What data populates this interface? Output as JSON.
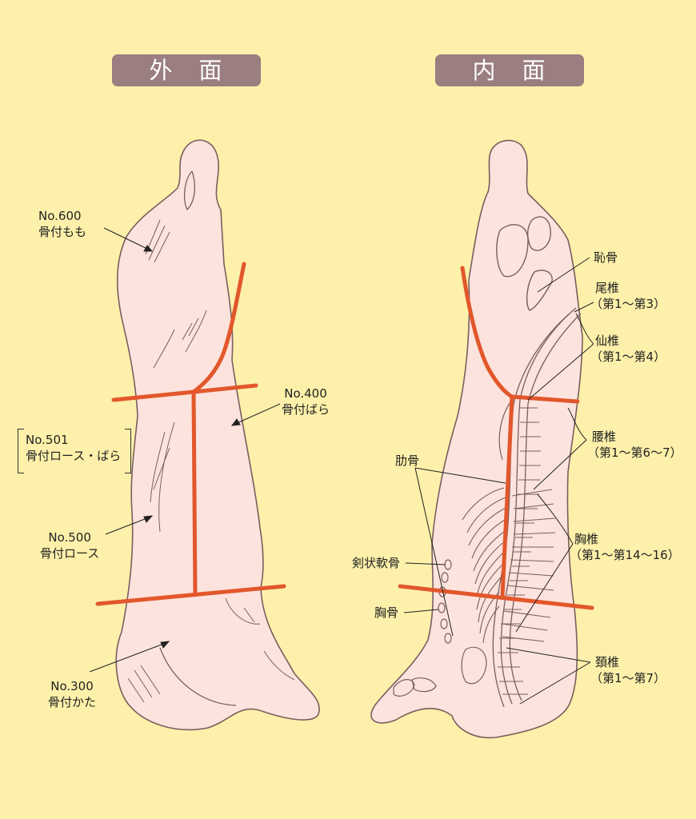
{
  "headers": {
    "left": "外　面",
    "right": "内　面"
  },
  "outer_labels": {
    "no600": [
      "No.600",
      "骨付もも"
    ],
    "no400": [
      "No.400",
      "骨付ばら"
    ],
    "no501": [
      "No.501",
      "骨付ロース・ばら"
    ],
    "no500": [
      "No.500",
      "骨付ロース"
    ],
    "no300": [
      "No.300",
      "骨付かた"
    ]
  },
  "inner_labels": {
    "pubis": [
      "恥骨"
    ],
    "caudal": [
      "尾椎",
      "（第1～第3）"
    ],
    "sacral": [
      "仙椎",
      "（第1～第4）"
    ],
    "lumbar": [
      "腰椎",
      "（第1～第6～7）"
    ],
    "rib": [
      "肋骨"
    ],
    "thoracic": [
      "胸椎",
      "（第1～第14～16）"
    ],
    "xiphoid": [
      "剣状軟骨"
    ],
    "sternum": [
      "胸骨"
    ],
    "cervical": [
      "頚椎",
      "（第1～第7）"
    ]
  },
  "colors": {
    "background": "#FDF0AA",
    "meat": "#FDE3DD",
    "outline": "#7A5E5E",
    "cut_line": "#E2572B",
    "header_bg": "#9A7E80"
  }
}
